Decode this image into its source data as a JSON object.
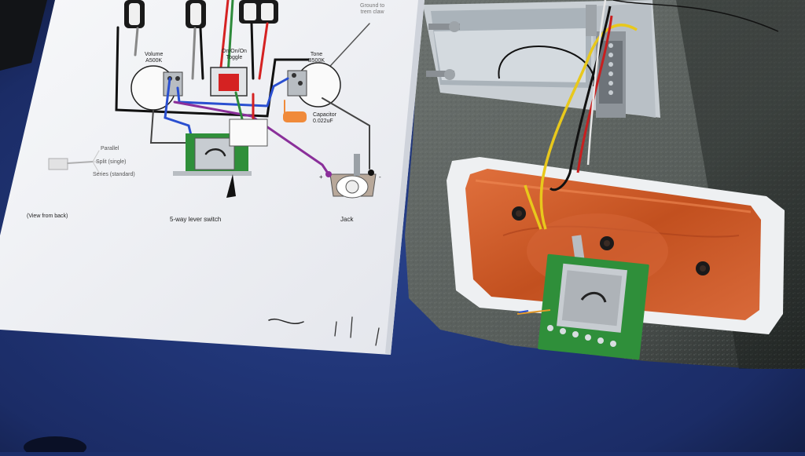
{
  "diagram": {
    "labels": {
      "ground_trem_claw": "Ground to\ntrem claw",
      "volume": "Volume\nA500K",
      "toggle": "On/On/On\nToggle",
      "tone": "Tone\nB500K",
      "capacitor": "Capacitor\n0.022uF",
      "parallel": "Parallel",
      "split": "Split (single)",
      "series": "Series (standard)",
      "view_from_back": "(View from back)",
      "lever_switch": "5-way lever switch",
      "jack": "Jack",
      "plus": "+",
      "minus": "-"
    }
  },
  "colors": {
    "table_cloth": "#1c2f6b",
    "paper": "#f4f5f8",
    "guitar_body": "#59605d",
    "copper_shielding": "#c9542a",
    "pcb_green": "#2f8f3a",
    "wire_yellow": "#e8c81c",
    "wire_red": "#d52222",
    "wire_black": "#111111",
    "wire_purple": "#8a2f9a",
    "wire_blue": "#2a4fd0",
    "wire_green": "#2d8a3a"
  }
}
